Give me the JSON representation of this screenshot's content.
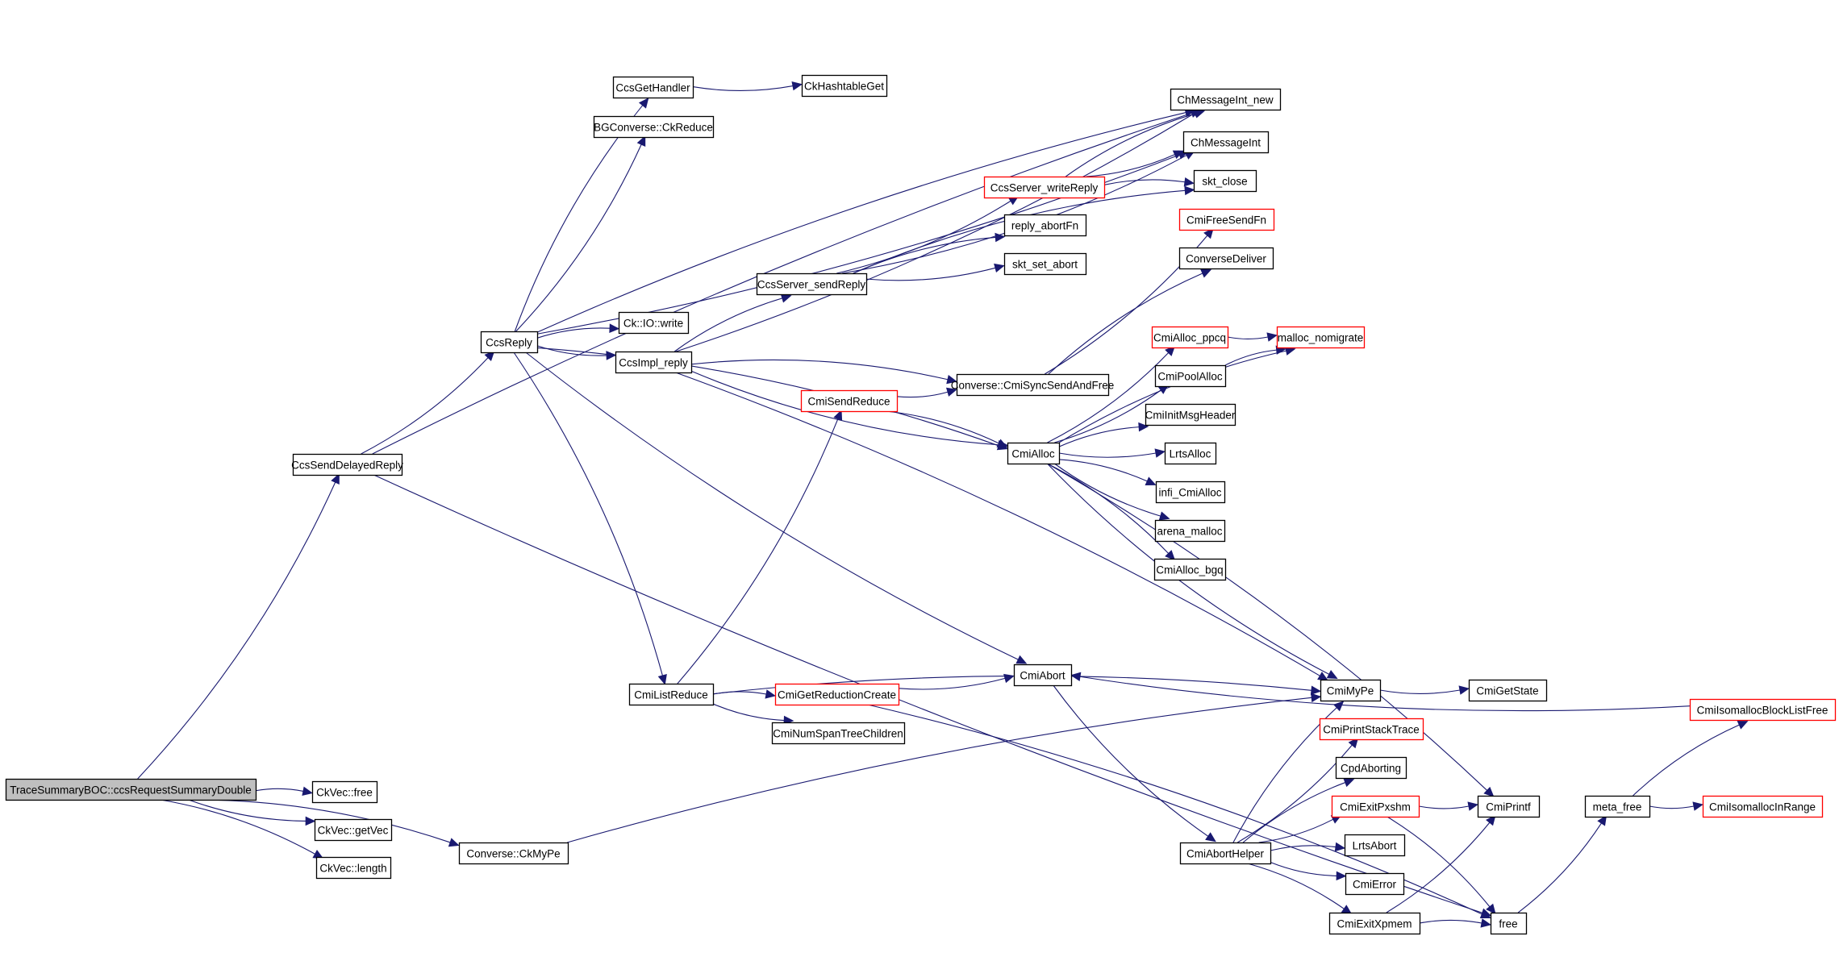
{
  "graph": {
    "type": "call-graph",
    "edge_color": "#191970",
    "node_border_color": "#000000",
    "truncated_border_color": "#ff0000",
    "root_fill_color": "#bfbfbf",
    "nodes": [
      {
        "id": "root",
        "label": "TraceSummaryBOC::ccsRequestSummaryDouble",
        "kind": "root"
      },
      {
        "id": "ckvec_free",
        "label": "CkVec::free",
        "kind": "normal"
      },
      {
        "id": "ckvec_getvec",
        "label": "CkVec::getVec",
        "kind": "normal"
      },
      {
        "id": "ckvec_length",
        "label": "CkVec::length",
        "kind": "normal"
      },
      {
        "id": "conv_ckmype",
        "label": "Converse::CkMyPe",
        "kind": "normal"
      },
      {
        "id": "ccssenddelayedreply",
        "label": "CcsSendDelayedReply",
        "kind": "normal"
      },
      {
        "id": "ccsreply",
        "label": "CcsReply",
        "kind": "normal"
      },
      {
        "id": "ccsgethandler",
        "label": "CcsGetHandler",
        "kind": "normal"
      },
      {
        "id": "ckhashtableget",
        "label": "CkHashtableGet",
        "kind": "normal"
      },
      {
        "id": "bgconverse_ckreduce",
        "label": "BGConverse::CkReduce",
        "kind": "normal"
      },
      {
        "id": "ckio_write",
        "label": "Ck::IO::write",
        "kind": "normal"
      },
      {
        "id": "ccsimpl_reply",
        "label": "CcsImpl_reply",
        "kind": "normal"
      },
      {
        "id": "ccsserver_sendreply",
        "label": "CcsServer_sendReply",
        "kind": "normal"
      },
      {
        "id": "ccsserver_writereply",
        "label": "CcsServer_writeReply",
        "kind": "truncated"
      },
      {
        "id": "reply_abortfn",
        "label": "reply_abortFn",
        "kind": "normal"
      },
      {
        "id": "skt_set_abort",
        "label": "skt_set_abort",
        "kind": "normal"
      },
      {
        "id": "chmessageint_new",
        "label": "ChMessageInt_new",
        "kind": "normal"
      },
      {
        "id": "chmessageint",
        "label": "ChMessageInt",
        "kind": "normal"
      },
      {
        "id": "skt_close",
        "label": "skt_close",
        "kind": "normal"
      },
      {
        "id": "cmifreesendfn",
        "label": "CmiFreeSendFn",
        "kind": "truncated"
      },
      {
        "id": "conversedeliver",
        "label": "ConverseDeliver",
        "kind": "normal"
      },
      {
        "id": "conv_cmisyncsendandfree",
        "label": "Converse::CmiSyncSendAndFree",
        "kind": "normal"
      },
      {
        "id": "cmisendreduce",
        "label": "CmiSendReduce",
        "kind": "truncated"
      },
      {
        "id": "cmialloc",
        "label": "CmiAlloc",
        "kind": "normal"
      },
      {
        "id": "cmialloc_ppcq",
        "label": "CmiAlloc_ppcq",
        "kind": "truncated"
      },
      {
        "id": "malloc_nomigrate",
        "label": "malloc_nomigrate",
        "kind": "truncated"
      },
      {
        "id": "cmipoolalloc",
        "label": "CmiPoolAlloc",
        "kind": "normal"
      },
      {
        "id": "cmiinitmsgheader",
        "label": "CmiInitMsgHeader",
        "kind": "normal"
      },
      {
        "id": "lrtsalloc",
        "label": "LrtsAlloc",
        "kind": "normal"
      },
      {
        "id": "infi_cmialloc",
        "label": "infi_CmiAlloc",
        "kind": "normal"
      },
      {
        "id": "arena_malloc",
        "label": "arena_malloc",
        "kind": "normal"
      },
      {
        "id": "cmialloc_bgq",
        "label": "CmiAlloc_bgq",
        "kind": "normal"
      },
      {
        "id": "cmilistreduce",
        "label": "CmiListReduce",
        "kind": "normal"
      },
      {
        "id": "cmigetreductioncreate",
        "label": "CmiGetReductionCreate",
        "kind": "truncated"
      },
      {
        "id": "cminumspantreechildren",
        "label": "CmiNumSpanTreeChildren",
        "kind": "normal"
      },
      {
        "id": "cmiabort",
        "label": "CmiAbort",
        "kind": "normal"
      },
      {
        "id": "cmimype",
        "label": "CmiMyPe",
        "kind": "normal"
      },
      {
        "id": "cmigetstate",
        "label": "CmiGetState",
        "kind": "normal"
      },
      {
        "id": "cmiprintstacktrace",
        "label": "CmiPrintStackTrace",
        "kind": "truncated"
      },
      {
        "id": "cpdaborting",
        "label": "CpdAborting",
        "kind": "normal"
      },
      {
        "id": "cmiexitpxshm",
        "label": "CmiExitPxshm",
        "kind": "truncated"
      },
      {
        "id": "cmiprintf",
        "label": "CmiPrintf",
        "kind": "normal"
      },
      {
        "id": "cmiaborthelper",
        "label": "CmiAbortHelper",
        "kind": "normal"
      },
      {
        "id": "lrtsabort",
        "label": "LrtsAbort",
        "kind": "normal"
      },
      {
        "id": "cmierror",
        "label": "CmiError",
        "kind": "normal"
      },
      {
        "id": "cmiexitxpmem",
        "label": "CmiExitXpmem",
        "kind": "normal"
      },
      {
        "id": "free",
        "label": "free",
        "kind": "normal"
      },
      {
        "id": "meta_free",
        "label": "meta_free",
        "kind": "normal"
      },
      {
        "id": "cmiisomallocinrange",
        "label": "CmiIsomallocInRange",
        "kind": "truncated"
      },
      {
        "id": "cmiisomallocblocklistfree",
        "label": "CmiIsomallocBlockListFree",
        "kind": "truncated"
      }
    ],
    "edges": [
      [
        "root",
        "ckvec_free"
      ],
      [
        "root",
        "ckvec_getvec"
      ],
      [
        "root",
        "ckvec_length"
      ],
      [
        "root",
        "ccssenddelayedreply"
      ],
      [
        "root",
        "conv_ckmype"
      ],
      [
        "ccssenddelayedreply",
        "ccsreply"
      ],
      [
        "ccssenddelayedreply",
        "chmessageint_new"
      ],
      [
        "ccssenddelayedreply",
        "free"
      ],
      [
        "ccsreply",
        "ccsgethandler"
      ],
      [
        "ccsreply",
        "bgconverse_ckreduce"
      ],
      [
        "ccsreply",
        "chmessageint_new"
      ],
      [
        "ccsreply",
        "chmessageint"
      ],
      [
        "ccsreply",
        "ckio_write"
      ],
      [
        "ccsreply",
        "ccsimpl_reply"
      ],
      [
        "ccsreply",
        "cmialloc"
      ],
      [
        "ccsreply",
        "cmiabort"
      ],
      [
        "ccsreply",
        "cmilistreduce"
      ],
      [
        "ccsgethandler",
        "ckhashtableget"
      ],
      [
        "ccsimpl_reply",
        "ccsserver_sendreply"
      ],
      [
        "ccsimpl_reply",
        "chmessageint_new"
      ],
      [
        "ccsimpl_reply",
        "conv_cmisyncsendandfree"
      ],
      [
        "ccsimpl_reply",
        "cmialloc"
      ],
      [
        "ccsimpl_reply",
        "cmimype"
      ],
      [
        "ccsserver_sendreply",
        "ccsserver_writereply"
      ],
      [
        "ccsserver_sendreply",
        "reply_abortfn"
      ],
      [
        "ccsserver_sendreply",
        "skt_set_abort"
      ],
      [
        "ccsserver_sendreply",
        "skt_close"
      ],
      [
        "ccsserver_sendreply",
        "chmessageint"
      ],
      [
        "ccsserver_writereply",
        "chmessageint_new"
      ],
      [
        "ccsserver_writereply",
        "chmessageint"
      ],
      [
        "ccsserver_writereply",
        "skt_close"
      ],
      [
        "conv_cmisyncsendandfree",
        "cmifreesendfn"
      ],
      [
        "conv_cmisyncsendandfree",
        "conversedeliver"
      ],
      [
        "cmisendreduce",
        "conv_cmisyncsendandfree"
      ],
      [
        "cmisendreduce",
        "cmialloc"
      ],
      [
        "cmialloc",
        "cmialloc_ppcq"
      ],
      [
        "cmialloc",
        "malloc_nomigrate"
      ],
      [
        "cmialloc",
        "cmipoolalloc"
      ],
      [
        "cmialloc",
        "cmiinitmsgheader"
      ],
      [
        "cmialloc",
        "lrtsalloc"
      ],
      [
        "cmialloc",
        "infi_cmialloc"
      ],
      [
        "cmialloc",
        "arena_malloc"
      ],
      [
        "cmialloc",
        "cmialloc_bgq"
      ],
      [
        "cmialloc",
        "cmimype"
      ],
      [
        "cmialloc",
        "cmiprintf"
      ],
      [
        "cmialloc_ppcq",
        "malloc_nomigrate"
      ],
      [
        "cmipoolalloc",
        "malloc_nomigrate"
      ],
      [
        "cmilistreduce",
        "cmisendreduce"
      ],
      [
        "cmilistreduce",
        "cmigetreductioncreate"
      ],
      [
        "cmilistreduce",
        "cminumspantreechildren"
      ],
      [
        "cmilistreduce",
        "cmimype"
      ],
      [
        "cmigetreductioncreate",
        "cmiabort"
      ],
      [
        "cmigetreductioncreate",
        "free"
      ],
      [
        "cmiabort",
        "cmiaborthelper"
      ],
      [
        "conv_ckmype",
        "cmimype"
      ],
      [
        "cmimype",
        "cmigetstate"
      ],
      [
        "cmiaborthelper",
        "cmimype"
      ],
      [
        "cmiaborthelper",
        "cmiprintstacktrace"
      ],
      [
        "cmiaborthelper",
        "cpdaborting"
      ],
      [
        "cmiaborthelper",
        "cmiexitpxshm"
      ],
      [
        "cmiaborthelper",
        "lrtsabort"
      ],
      [
        "cmiaborthelper",
        "cmierror"
      ],
      [
        "cmiaborthelper",
        "cmiexitxpmem"
      ],
      [
        "cmiexitpxshm",
        "cmiprintf"
      ],
      [
        "cmiexitpxshm",
        "free"
      ],
      [
        "cmiexitxpmem",
        "cmiprintf"
      ],
      [
        "cmiexitxpmem",
        "free"
      ],
      [
        "free",
        "meta_free"
      ],
      [
        "meta_free",
        "cmiisomallocblocklistfree"
      ],
      [
        "meta_free",
        "cmiisomallocinrange"
      ],
      [
        "cmiisomallocblocklistfree",
        "cmiabort"
      ]
    ]
  }
}
